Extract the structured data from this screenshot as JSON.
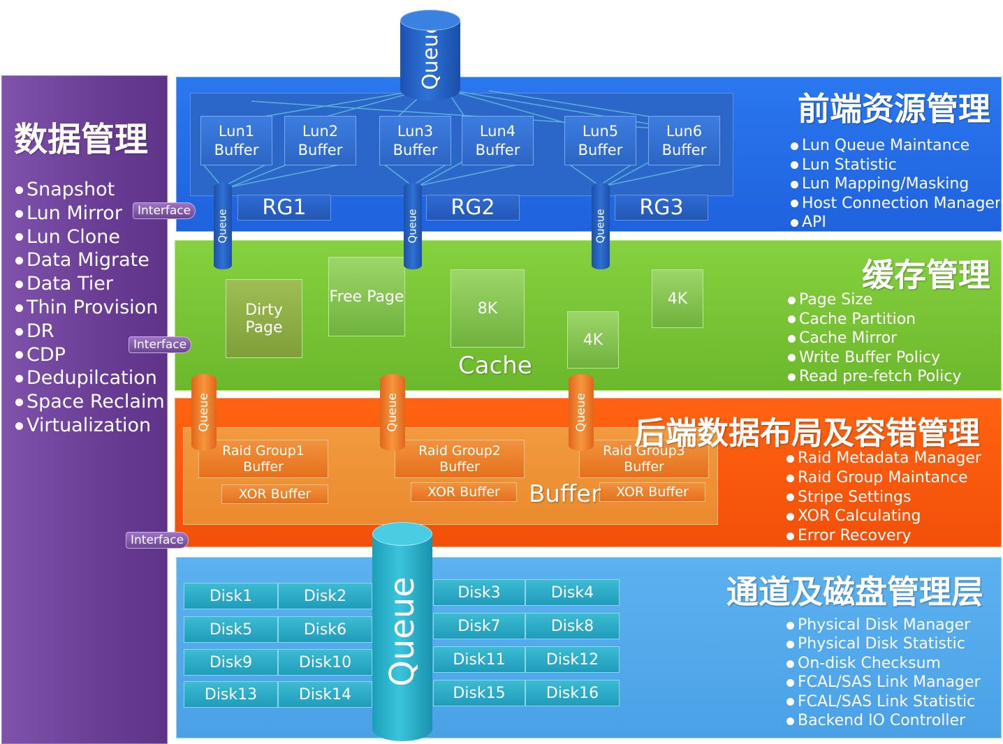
{
  "left_panel": {
    "title": "数据管理",
    "items": [
      "Snapshot",
      "Lun Mirror",
      "Lun Clone",
      "Data Migrate",
      "Data Tier",
      "Thin Provision",
      "DR",
      "CDP",
      "Dedupilcation",
      "Space Reclaim",
      "Virtualization"
    ],
    "interfaces": [
      "Interface",
      "Interface",
      "Interface"
    ]
  },
  "queue_label": "Queue",
  "front": {
    "title": "前端资源管理",
    "bullets": [
      "Lun Queue Maintance",
      "Lun Statistic",
      "Lun Mapping/Masking",
      "Host Connection Manager",
      "API"
    ],
    "luns": [
      [
        "Lun1",
        "Buffer"
      ],
      [
        "Lun2",
        "Buffer"
      ],
      [
        "Lun3",
        "Buffer"
      ],
      [
        "Lun4",
        "Buffer"
      ],
      [
        "Lun5",
        "Buffer"
      ],
      [
        "Lun6",
        "Buffer"
      ]
    ],
    "rgs": [
      "RG1",
      "RG2",
      "RG3"
    ]
  },
  "cache": {
    "title": "缓存管理",
    "bullets": [
      "Page Size",
      "Cache Partition",
      "Cache Mirror",
      "Write Buffer Policy",
      "Read pre-fetch Policy"
    ],
    "pages": [
      "Dirty Page",
      "Free Page",
      "8K",
      "4K",
      "4K"
    ],
    "label": "Cache"
  },
  "backend": {
    "title": "后端数据布局及容错管理",
    "bullets": [
      "Raid Metadata Manager",
      "Raid Group Maintance",
      "Stripe Settings",
      "XOR Calculating",
      "Error Recovery"
    ],
    "raid_groups": [
      [
        "Raid Group1",
        "Buffer"
      ],
      [
        "Raid Group2",
        "Buffer"
      ],
      [
        "Raid Group3",
        "Buffer"
      ]
    ],
    "xor": [
      "XOR Buffer",
      "XOR Buffer",
      "XOR Buffer"
    ],
    "label": "Buffer"
  },
  "disk_layer": {
    "title": "通道及磁盘管理层",
    "bullets": [
      "Physical Disk Manager",
      "Physical Disk Statistic",
      "On-disk Checksum",
      "FCAL/SAS Link Manager",
      "FCAL/SAS Link Statistic",
      "Backend IO Controller"
    ],
    "disks": [
      "Disk1",
      "Disk2",
      "Disk5",
      "Disk6",
      "Disk9",
      "Disk10",
      "Disk13",
      "Disk14",
      "Disk3",
      "Disk4",
      "Disk7",
      "Disk8",
      "Disk11",
      "Disk12",
      "Disk15",
      "Disk16"
    ]
  },
  "colors": {
    "left": "#6a3d95",
    "front": "#1f6ae8",
    "cache": "#79c537",
    "backend": "#fb5a0c",
    "disk": "#52a8ec"
  }
}
